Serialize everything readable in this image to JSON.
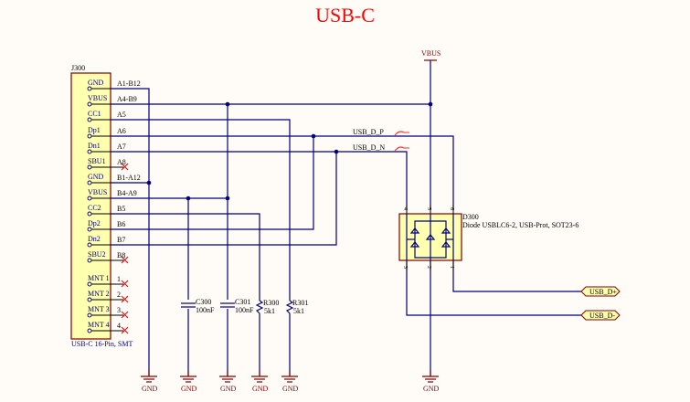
{
  "title": "USB-C",
  "colors": {
    "title": "#ff0000",
    "wire": "#000080",
    "component_fill": "#ffffb0",
    "component_border": "#800000",
    "nc_mark": "#ff0000",
    "power": "#800000"
  },
  "connector": {
    "designator": "J300",
    "description": "USB-C 16-Pin, SMT",
    "pins": [
      {
        "name": "GND",
        "number": "A1-B12",
        "nc": false
      },
      {
        "name": "VBUS",
        "number": "A4-B9",
        "nc": false
      },
      {
        "name": "CC1",
        "number": "A5",
        "nc": false
      },
      {
        "name": "Dp1",
        "number": "A6",
        "nc": false
      },
      {
        "name": "Dn1",
        "number": "A7",
        "nc": false
      },
      {
        "name": "SBU1",
        "number": "A8",
        "nc": true
      },
      {
        "name": "GND",
        "number": "B1-A12",
        "nc": false
      },
      {
        "name": "VBUS",
        "number": "B4-A9",
        "nc": false
      },
      {
        "name": "CC2",
        "number": "B5",
        "nc": false
      },
      {
        "name": "Dp2",
        "number": "B6",
        "nc": false
      },
      {
        "name": "Dn2",
        "number": "B7",
        "nc": false
      },
      {
        "name": "SBU2",
        "number": "B8",
        "nc": true
      },
      {
        "name": "MNT 1",
        "number": "1",
        "nc": true
      },
      {
        "name": "MNT 2",
        "number": "2",
        "nc": true
      },
      {
        "name": "MNT 3",
        "number": "3",
        "nc": true
      },
      {
        "name": "MNT 4",
        "number": "4",
        "nc": true
      }
    ]
  },
  "components": [
    {
      "designator": "C300",
      "value": "100nF"
    },
    {
      "designator": "C301",
      "value": "100nF"
    },
    {
      "designator": "R300",
      "value": "5k1"
    },
    {
      "designator": "R301",
      "value": "5k1"
    }
  ],
  "protection": {
    "designator": "D300",
    "description": "Diode USBLC6-2, USB-Prot, SOT23-6",
    "pins_top": [
      "4",
      "5",
      "6"
    ],
    "pins_bottom": [
      "3",
      "2",
      "1"
    ]
  },
  "net_labels": {
    "dp": "USB_D_P",
    "dn": "USB_D_N"
  },
  "ports": [
    "USB_D+",
    "USB_D-"
  ],
  "power_ports": {
    "vbus": "VBUS",
    "gnd": "GND"
  }
}
